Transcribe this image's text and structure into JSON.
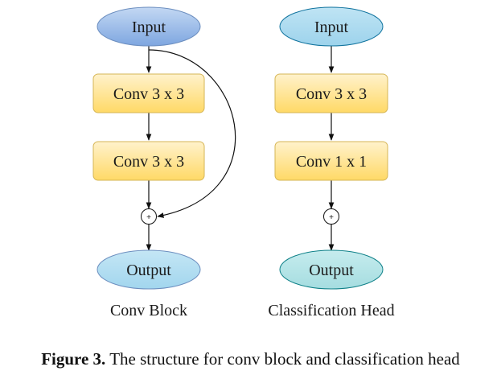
{
  "conv_block": {
    "input": "Input",
    "conv1": "Conv 3 x 3",
    "conv2": "Conv 3 x 3",
    "add": "+",
    "output": "Output",
    "label": "Conv Block"
  },
  "cls_head": {
    "input": "Input",
    "conv1": "Conv 3 x 3",
    "conv2": "Conv 1 x 1",
    "add": "+",
    "output": "Output",
    "label": "Classification Head"
  },
  "caption": {
    "figure_label": "Figure 3.",
    "text": "The structure for conv block and classification head"
  },
  "colors": {
    "input_left": "#a9c4eb",
    "input_right": "#b1ddf0",
    "conv_fill": "#fcd671",
    "conv_stroke": "#d6b656",
    "output_left": "#b1ddf0",
    "output_right": "#b0e3e6"
  }
}
